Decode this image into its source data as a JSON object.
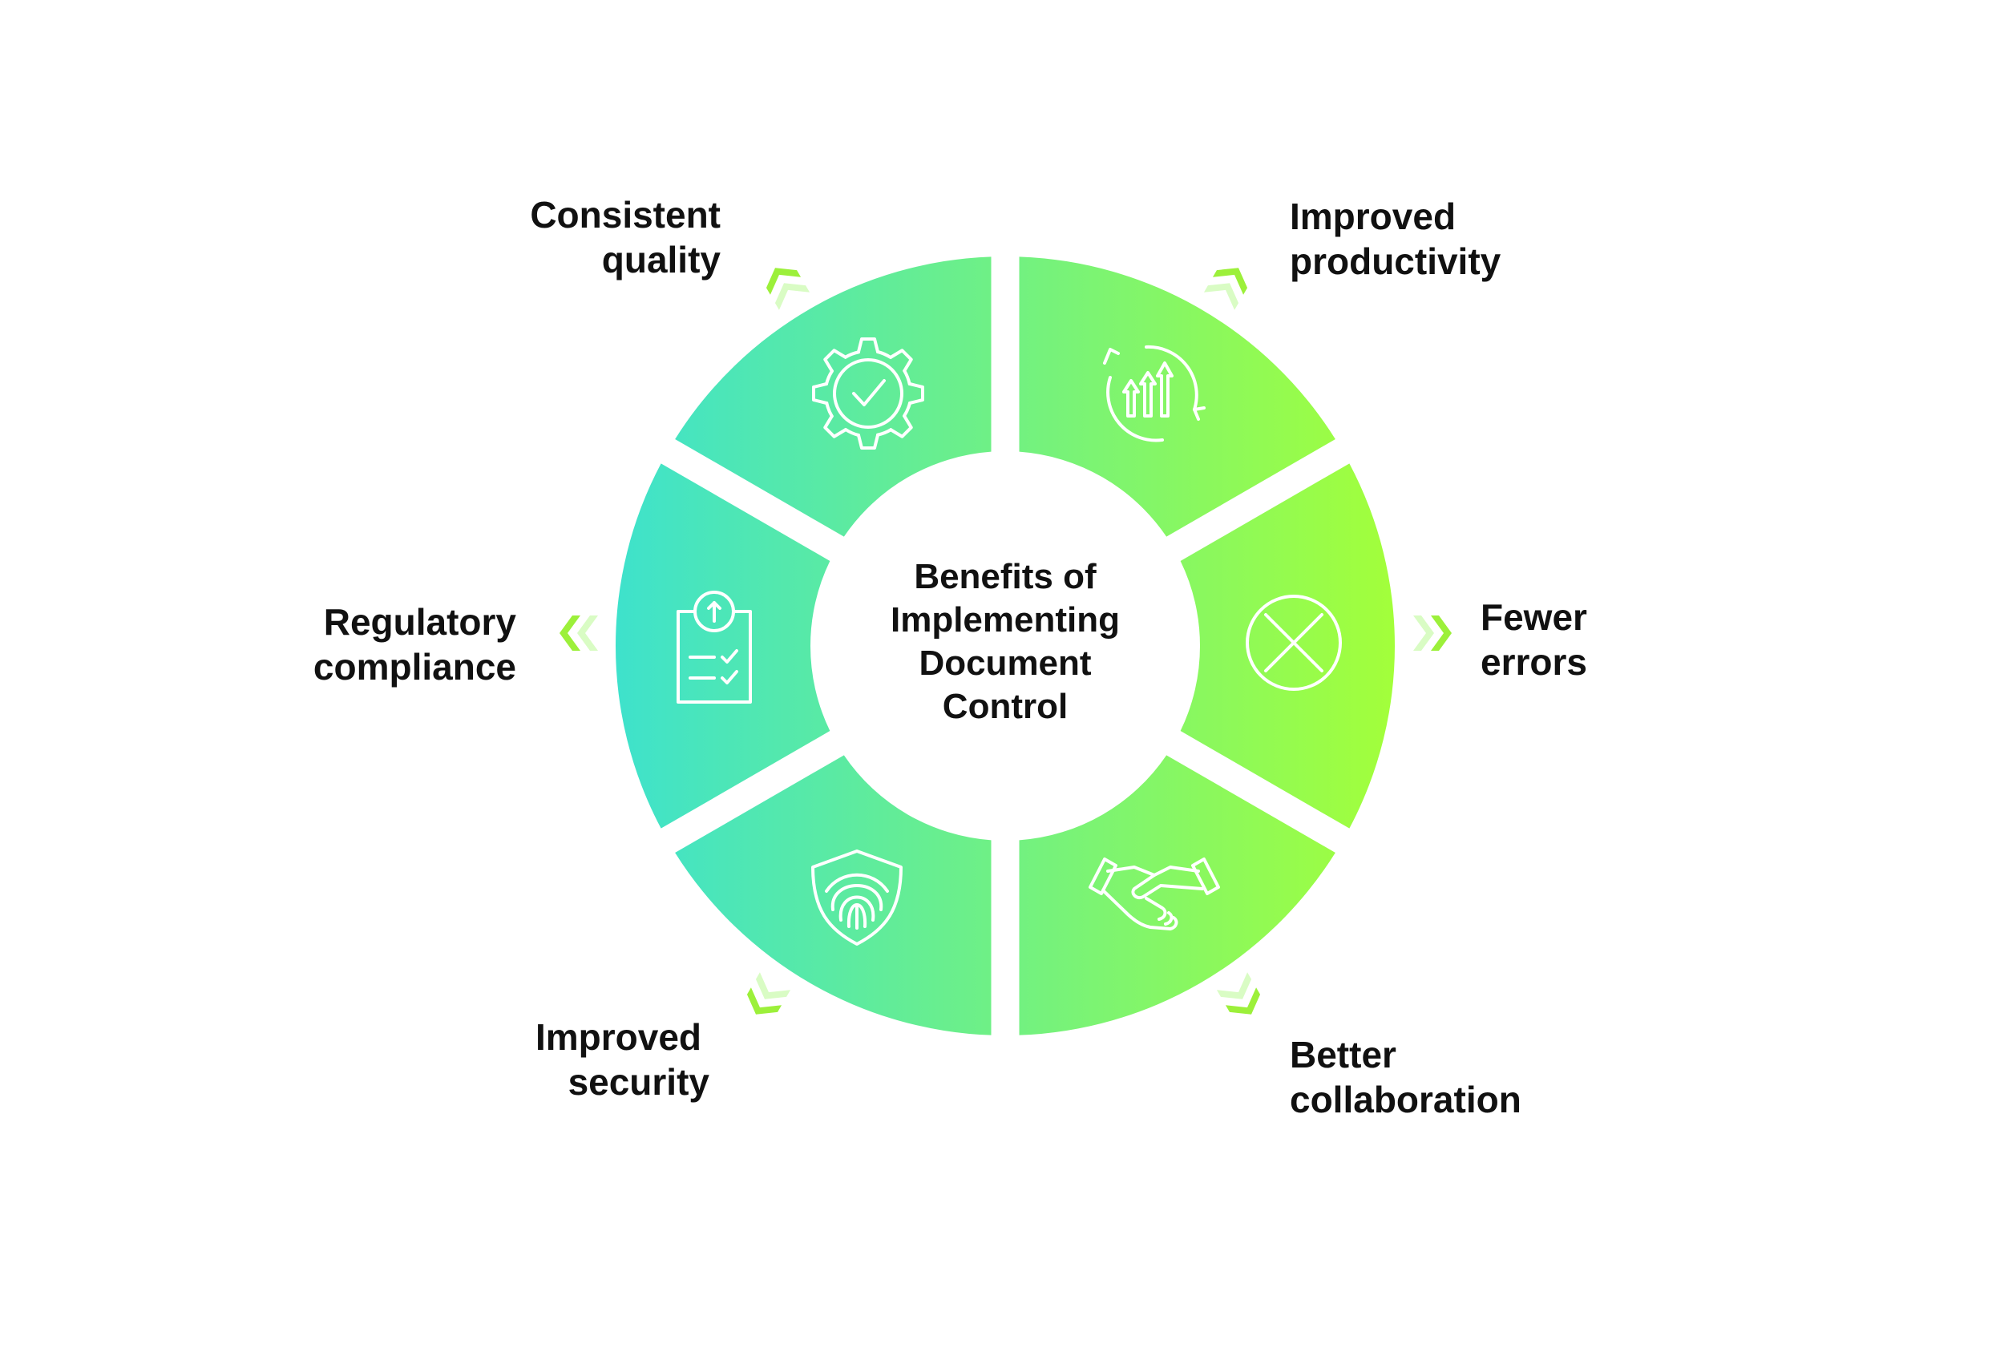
{
  "title": [
    "Benefits of",
    "Implementing",
    "Document",
    "Control"
  ],
  "benefits": [
    {
      "lines": [
        "Consistent",
        "quality"
      ],
      "icon": "gear-check-icon"
    },
    {
      "lines": [
        "Improved",
        "productivity"
      ],
      "icon": "growth-chart-icon"
    },
    {
      "lines": [
        "Fewer",
        "errors"
      ],
      "icon": "x-circle-icon"
    },
    {
      "lines": [
        "Better",
        "collaboration"
      ],
      "icon": "handshake-icon"
    },
    {
      "lines": [
        "Improved",
        "security"
      ],
      "icon": "fingerprint-shield-icon"
    },
    {
      "lines": [
        "Regulatory",
        "compliance"
      ],
      "icon": "clipboard-checklist-icon"
    }
  ],
  "colors": {
    "gradient_start": "#3ee2cc",
    "gradient_end": "#a3ff3a",
    "chevron": "#9cf03a",
    "chevron_light": "#d9fcc4",
    "text": "#111111"
  }
}
